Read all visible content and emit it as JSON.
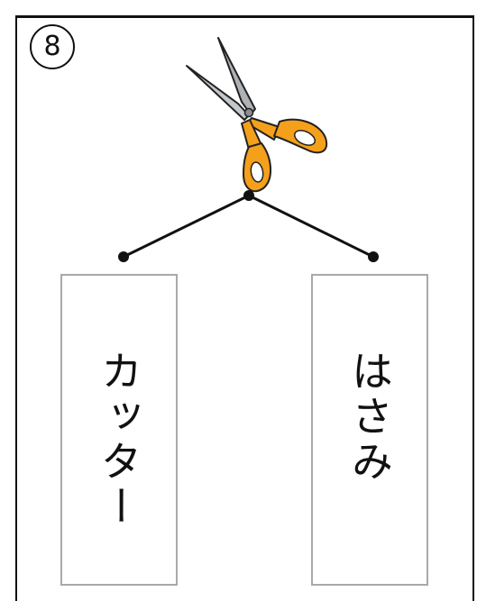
{
  "question": {
    "number_label": "8"
  },
  "picture": {
    "icon": "scissors-icon",
    "handle_color": "#f5a01a",
    "blade_color": "#b9bcc0"
  },
  "choices": [
    {
      "label": "カッター"
    },
    {
      "label": "はさみ"
    }
  ]
}
